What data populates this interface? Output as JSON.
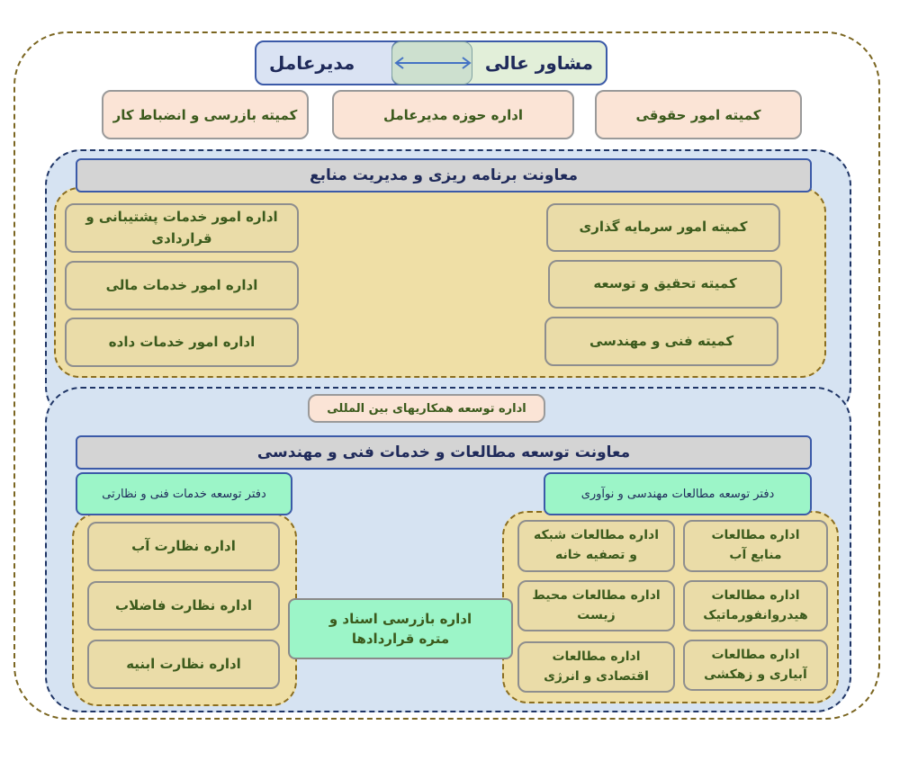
{
  "top": {
    "ceo": "مدیرعامل",
    "advisor": "مشاور عالی"
  },
  "committees": [
    "کمیته بازرسی و انضباط کار",
    "اداره حوزه مدیرعامل",
    "کمیته امور حقوقی"
  ],
  "planning": {
    "title": "معاونت برنامه ریزی و مدیریت منابع",
    "left": [
      "اداره امور خدمات پشتیبانی و قراردادی",
      "اداره امور خدمات مالی",
      "اداره امور خدمات داده"
    ],
    "right": [
      "کمیته امور سرمایه گذاری",
      "کمیته تحقیق و توسعه",
      "کمیته فنی و مهندسی"
    ]
  },
  "international": "اداره توسعه همکاریهای بین المللی",
  "engineering": {
    "title": "معاونت توسعه مطالعات و خدمات فنی و مهندسی",
    "left_office": "دفتر توسعه خدمات فنی و نظارتی",
    "right_office": "دفتر توسعه مطالعات مهندسی و نوآوری",
    "supervision": [
      "اداره نظارت آب",
      "اداره نظارت فاضلاب",
      "اداره نظارت ابنیه"
    ],
    "center": "اداره بازرسی اسناد و متره قراردادها",
    "studies_right": [
      "اداره مطالعات منابع آب",
      "اداره مطالعات هیدروانفورماتیک",
      "اداره مطالعات آبیاری و زهکشی"
    ],
    "studies_left": [
      "اداره مطالعات شبکه و تصفیه خانه",
      "اداره مطالعات محیط زیست",
      "اداره مطالعات اقتصادی و انرژی"
    ]
  }
}
